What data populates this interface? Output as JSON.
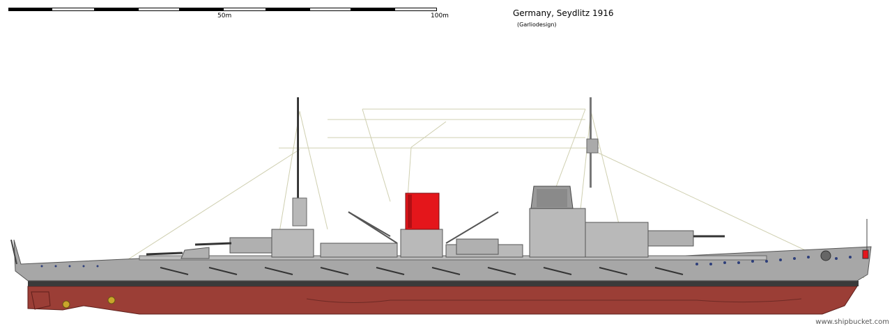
{
  "scale": {
    "label_mid": "50m",
    "label_end": "100m"
  },
  "title": "Germany, Seydlitz 1916",
  "subtitle": "(Garliodesign)",
  "credit": "www.shipbucket.com",
  "colors": {
    "hull_red": "#9b3e36",
    "hull_grey": "#a7a7a7",
    "funnel_red": "#e4161b",
    "deck": "#c8c8c8"
  }
}
